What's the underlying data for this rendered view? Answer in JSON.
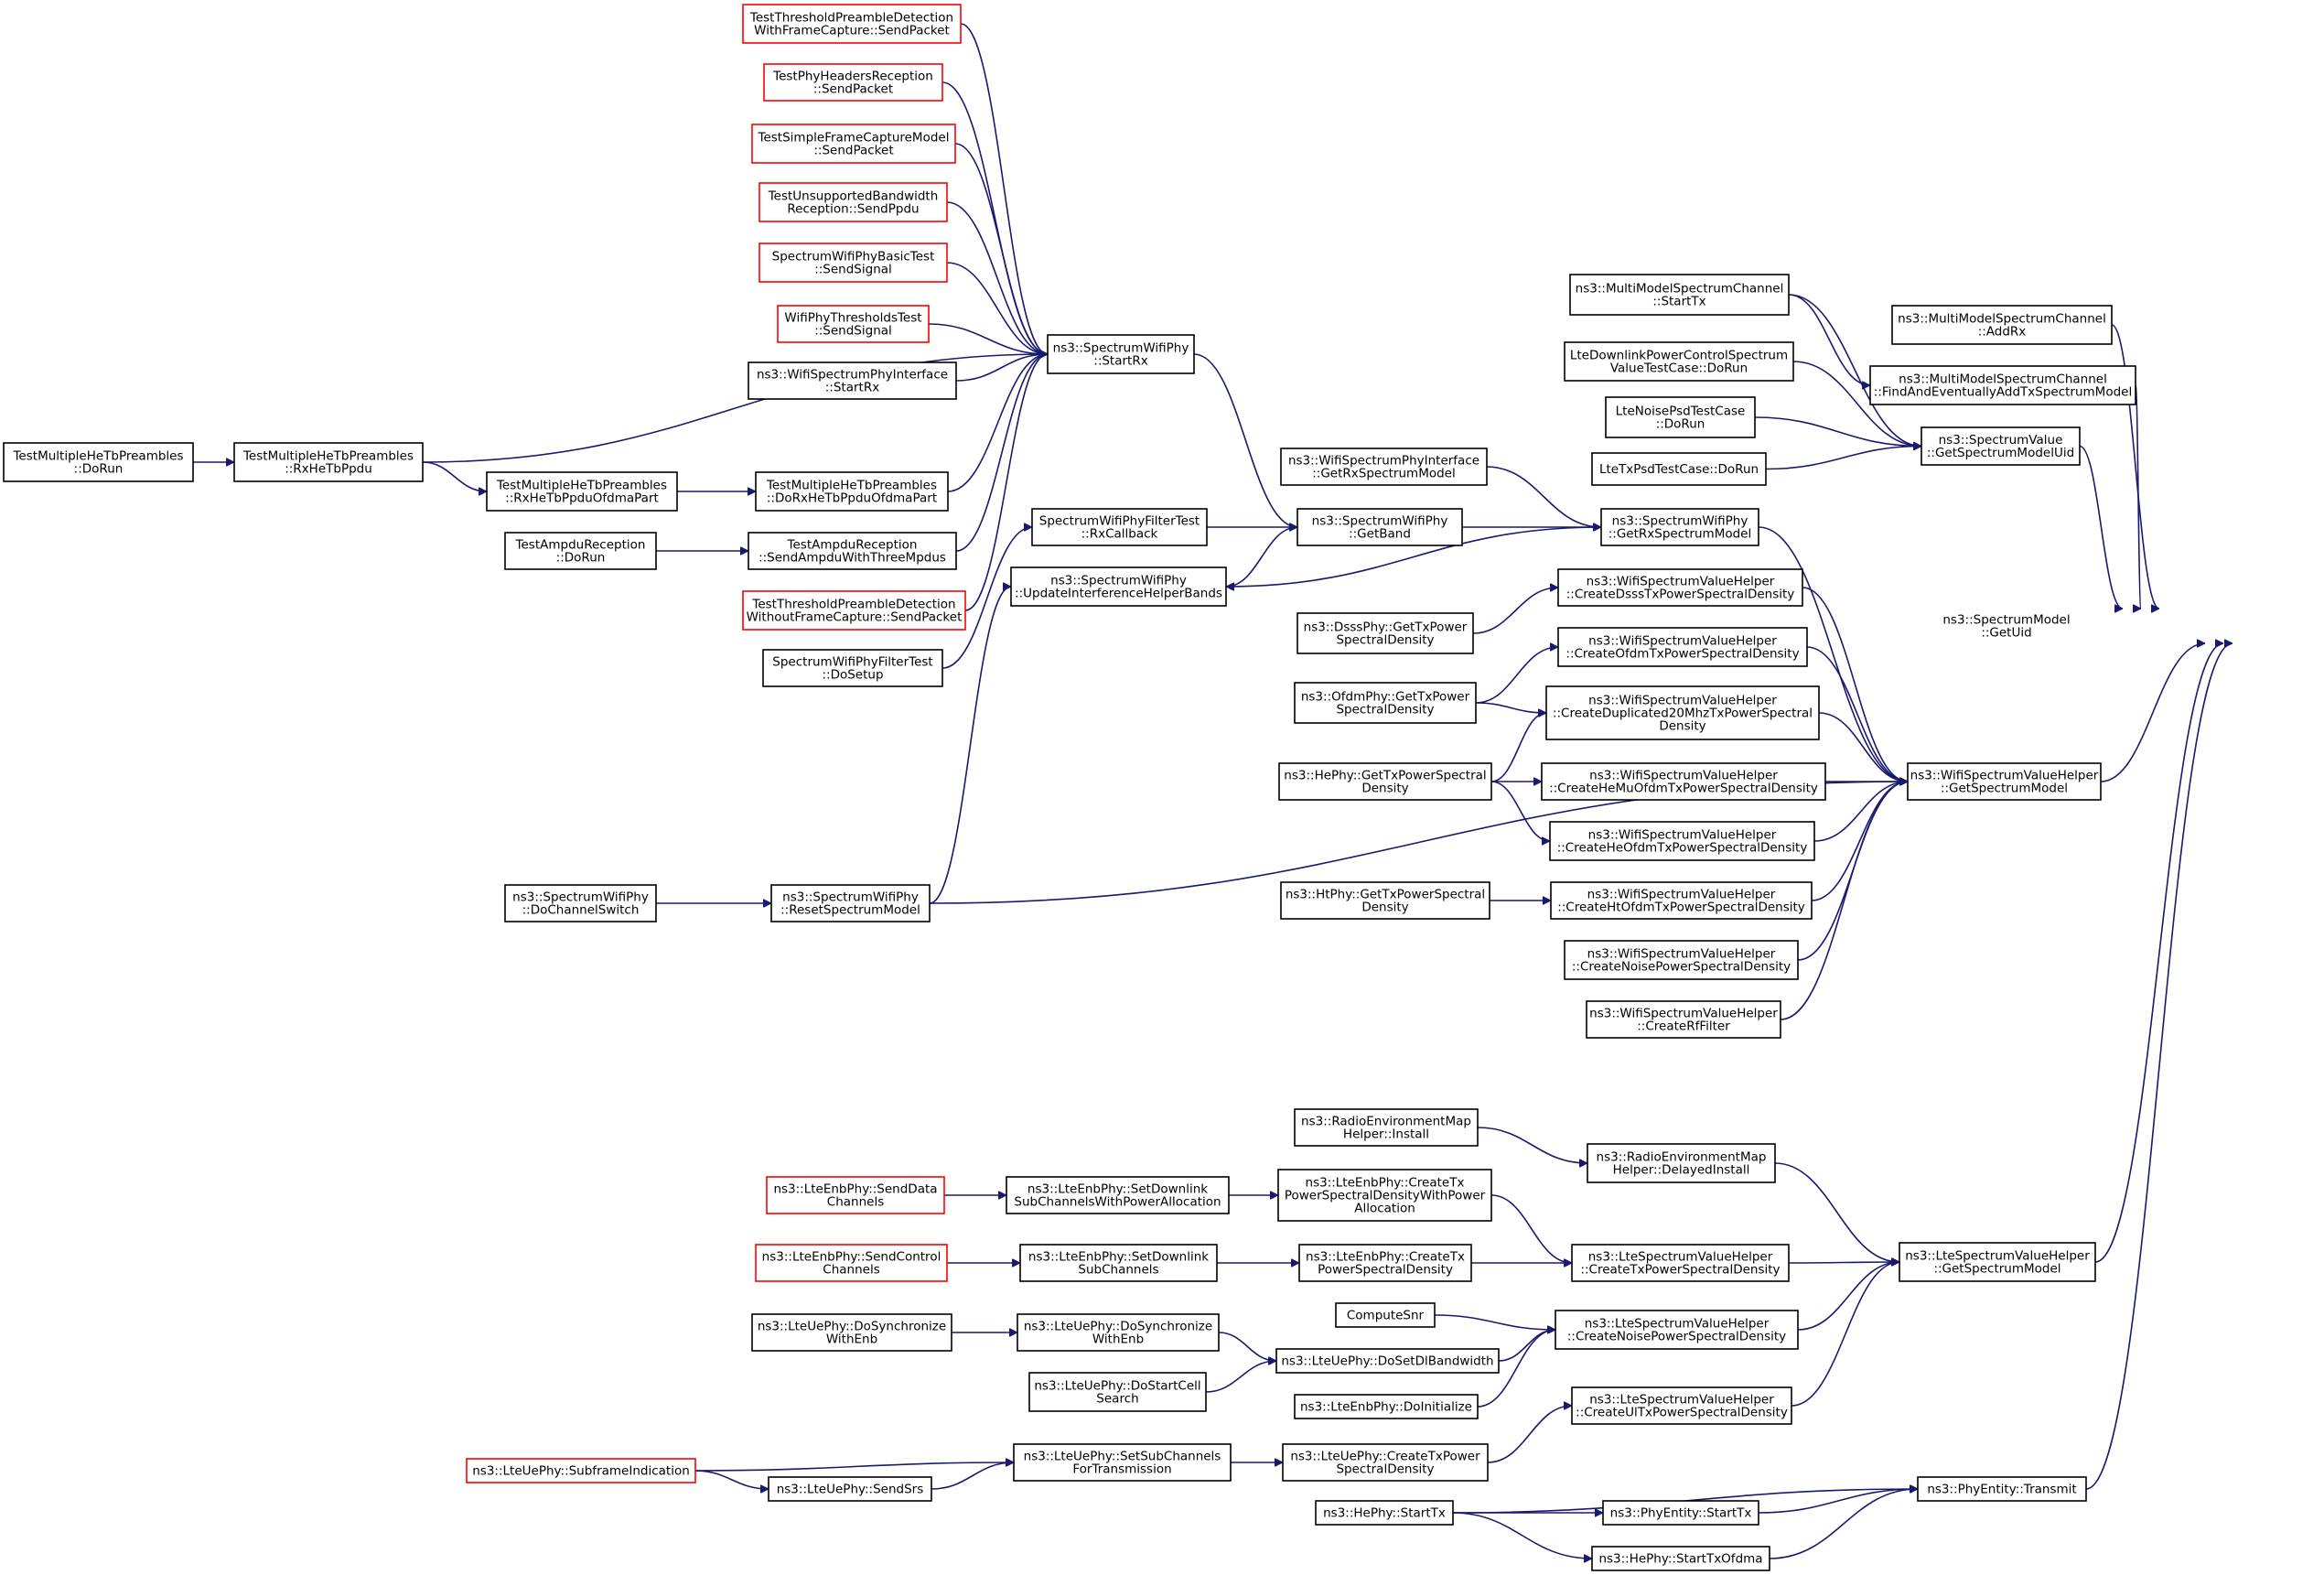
{
  "root": "getuid",
  "nodes": [
    {
      "id": "getuid",
      "lines": [
        "ns3::SpectrumModel",
        "::GetUid"
      ],
      "style": "root"
    },
    {
      "id": "addrx",
      "lines": [
        "ns3::MultiModelSpectrumChannel",
        "::AddRx"
      ],
      "style": "normal"
    },
    {
      "id": "findadd",
      "lines": [
        "ns3::MultiModelSpectrumChannel",
        "::FindAndEventuallyAddTxSpectrumModel"
      ],
      "style": "normal"
    },
    {
      "id": "mmstarttx",
      "lines": [
        "ns3::MultiModelSpectrumChannel",
        "::StartTx"
      ],
      "style": "normal"
    },
    {
      "id": "ltedlpc",
      "lines": [
        "LteDownlinkPowerControlSpectrum",
        "ValueTestCase::DoRun"
      ],
      "style": "normal"
    },
    {
      "id": "ltenoisepsd",
      "lines": [
        "LteNoisePsdTestCase",
        "::DoRun"
      ],
      "style": "normal"
    },
    {
      "id": "ltetxpsd",
      "lines": [
        "LteTxPsdTestCase::DoRun"
      ],
      "style": "normal"
    },
    {
      "id": "getspecuid",
      "lines": [
        "ns3::SpectrumValue",
        "::GetSpectrumModelUid"
      ],
      "style": "normal"
    },
    {
      "id": "wifigetspec",
      "lines": [
        "ns3::WifiSpectrumValueHelper",
        "::GetSpectrumModel"
      ],
      "style": "normal"
    },
    {
      "id": "ltegetspec",
      "lines": [
        "ns3::LteSpectrumValueHelper",
        "::GetSpectrumModel"
      ],
      "style": "normal"
    },
    {
      "id": "phyentitytx",
      "lines": [
        "ns3::PhyEntity::Transmit"
      ],
      "style": "normal"
    },
    {
      "id": "wspigetrx",
      "lines": [
        "ns3::WifiSpectrumPhyInterface",
        "::GetRxSpectrumModel"
      ],
      "style": "normal"
    },
    {
      "id": "swpgetrx",
      "lines": [
        "ns3::SpectrumWifiPhy",
        "::GetRxSpectrumModel"
      ],
      "style": "normal"
    },
    {
      "id": "swpgetband",
      "lines": [
        "ns3::SpectrumWifiPhy",
        "::GetBand"
      ],
      "style": "normal"
    },
    {
      "id": "swpstartrx",
      "lines": [
        "ns3::SpectrumWifiPhy",
        "::StartRx"
      ],
      "style": "normal"
    },
    {
      "id": "swpfrxcb",
      "lines": [
        "SpectrumWifiPhyFilterTest",
        "::RxCallback"
      ],
      "style": "normal"
    },
    {
      "id": "swpupdate",
      "lines": [
        "ns3::SpectrumWifiPhy",
        "::UpdateInterferenceHelperBands"
      ],
      "style": "normal"
    },
    {
      "id": "swpreset",
      "lines": [
        "ns3::SpectrumWifiPhy",
        "::ResetSpectrumModel"
      ],
      "style": "normal"
    },
    {
      "id": "swpchsw",
      "lines": [
        "ns3::SpectrumWifiPhy",
        "::DoChannelSwitch"
      ],
      "style": "normal"
    },
    {
      "id": "swpfsetup",
      "lines": [
        "SpectrumWifiPhyFilterTest",
        "::DoSetup"
      ],
      "style": "normal"
    },
    {
      "id": "ttpdfc",
      "lines": [
        "TestThresholdPreambleDetection",
        "WithFrameCapture::SendPacket"
      ],
      "style": "red"
    },
    {
      "id": "tphr",
      "lines": [
        "TestPhyHeadersReception",
        "::SendPacket"
      ],
      "style": "red"
    },
    {
      "id": "tsfcm",
      "lines": [
        "TestSimpleFrameCaptureModel",
        "::SendPacket"
      ],
      "style": "red"
    },
    {
      "id": "tubr",
      "lines": [
        "TestUnsupportedBandwidth",
        "Reception::SendPpdu"
      ],
      "style": "red"
    },
    {
      "id": "swpbt",
      "lines": [
        "SpectrumWifiPhyBasicTest",
        "::SendSignal"
      ],
      "style": "red"
    },
    {
      "id": "wpthr",
      "lines": [
        "WifiPhyThresholdsTest",
        "::SendSignal"
      ],
      "style": "red"
    },
    {
      "id": "wspistartrx",
      "lines": [
        "ns3::WifiSpectrumPhyInterface",
        "::StartRx"
      ],
      "style": "normal"
    },
    {
      "id": "tmhdorun",
      "lines": [
        "TestMultipleHeTbPreambles",
        "::DoRun"
      ],
      "style": "normal"
    },
    {
      "id": "tmhrx",
      "lines": [
        "TestMultipleHeTbPreambles",
        "::RxHeTbPpdu"
      ],
      "style": "normal"
    },
    {
      "id": "tmhrxofdma",
      "lines": [
        "TestMultipleHeTbPreambles",
        "::RxHeTbPpduOfdmaPart"
      ],
      "style": "normal"
    },
    {
      "id": "tmhdorxofdma",
      "lines": [
        "TestMultipleHeTbPreambles",
        "::DoRxHeTbPpduOfdmaPart"
      ],
      "style": "normal"
    },
    {
      "id": "tardorun",
      "lines": [
        "TestAmpduReception",
        "::DoRun"
      ],
      "style": "normal"
    },
    {
      "id": "tarsend",
      "lines": [
        "TestAmpduReception",
        "::SendAmpduWithThreeMpdus"
      ],
      "style": "normal"
    },
    {
      "id": "ttpdwfc",
      "lines": [
        "TestThresholdPreambleDetection",
        "WithoutFrameCapture::SendPacket"
      ],
      "style": "red"
    },
    {
      "id": "wsvhdsss",
      "lines": [
        "ns3::WifiSpectrumValueHelper",
        "::CreateDsssTxPowerSpectralDensity"
      ],
      "style": "normal"
    },
    {
      "id": "wsvhofdm",
      "lines": [
        "ns3::WifiSpectrumValueHelper",
        "::CreateOfdmTxPowerSpectralDensity"
      ],
      "style": "normal"
    },
    {
      "id": "wsvhdup",
      "lines": [
        "ns3::WifiSpectrumValueHelper",
        "::CreateDuplicated20MhzTxPowerSpectral",
        "Density"
      ],
      "style": "normal"
    },
    {
      "id": "wsvhhemu",
      "lines": [
        "ns3::WifiSpectrumValueHelper",
        "::CreateHeMuOfdmTxPowerSpectralDensity"
      ],
      "style": "normal"
    },
    {
      "id": "wsvhheofdm",
      "lines": [
        "ns3::WifiSpectrumValueHelper",
        "::CreateHeOfdmTxPowerSpectralDensity"
      ],
      "style": "normal"
    },
    {
      "id": "wsvhht",
      "lines": [
        "ns3::WifiSpectrumValueHelper",
        "::CreateHtOfdmTxPowerSpectralDensity"
      ],
      "style": "normal"
    },
    {
      "id": "wsvhnoise",
      "lines": [
        "ns3::WifiSpectrumValueHelper",
        "::CreateNoisePowerSpectralDensity"
      ],
      "style": "normal"
    },
    {
      "id": "wsvhrf",
      "lines": [
        "ns3::WifiSpectrumValueHelper",
        "::CreateRfFilter"
      ],
      "style": "normal"
    },
    {
      "id": "dsssphy",
      "lines": [
        "ns3::DsssPhy::GetTxPower",
        "SpectralDensity"
      ],
      "style": "normal"
    },
    {
      "id": "ofdmphy",
      "lines": [
        "ns3::OfdmPhy::GetTxPower",
        "SpectralDensity"
      ],
      "style": "normal"
    },
    {
      "id": "hephy",
      "lines": [
        "ns3::HePhy::GetTxPowerSpectral",
        "Density"
      ],
      "style": "normal"
    },
    {
      "id": "htphy",
      "lines": [
        "ns3::HtPhy::GetTxPowerSpectral",
        "Density"
      ],
      "style": "normal"
    },
    {
      "id": "remhinst",
      "lines": [
        "ns3::RadioEnvironmentMap",
        "Helper::Install"
      ],
      "style": "normal"
    },
    {
      "id": "remhdelay",
      "lines": [
        "ns3::RadioEnvironmentMap",
        "Helper::DelayedInstall"
      ],
      "style": "normal"
    },
    {
      "id": "lteenbcreatewp",
      "lines": [
        "ns3::LteEnbPhy::CreateTx",
        "PowerSpectralDensityWithPower",
        "Allocation"
      ],
      "style": "normal"
    },
    {
      "id": "lteenbsetdlpa",
      "lines": [
        "ns3::LteEnbPhy::SetDownlink",
        "SubChannelsWithPowerAllocation"
      ],
      "style": "normal"
    },
    {
      "id": "lteenbsenddata",
      "lines": [
        "ns3::LteEnbPhy::SendData",
        "Channels"
      ],
      "style": "red"
    },
    {
      "id": "lteenbsetdl",
      "lines": [
        "ns3::LteEnbPhy::SetDownlink",
        "SubChannels"
      ],
      "style": "normal"
    },
    {
      "id": "lteenbsendctrl",
      "lines": [
        "ns3::LteEnbPhy::SendControl",
        "Channels"
      ],
      "style": "red"
    },
    {
      "id": "lteenbcreatetx",
      "lines": [
        "ns3::LteEnbPhy::CreateTx",
        "PowerSpectralDensity"
      ],
      "style": "normal"
    },
    {
      "id": "computesnr",
      "lines": [
        "ComputeSnr"
      ],
      "style": "normal"
    },
    {
      "id": "ltesvhcreatetx",
      "lines": [
        "ns3::LteSpectrumValueHelper",
        "::CreateTxPowerSpectralDensity"
      ],
      "style": "normal"
    },
    {
      "id": "ltesvhnoise",
      "lines": [
        "ns3::LteSpectrumValueHelper",
        "::CreateNoisePowerSpectralDensity"
      ],
      "style": "normal"
    },
    {
      "id": "ltesvhul",
      "lines": [
        "ns3::LteSpectrumValueHelper",
        "::CreateUlTxPowerSpectralDensity"
      ],
      "style": "normal"
    },
    {
      "id": "lteuedosync1",
      "lines": [
        "ns3::LteUePhy::DoSynchronize",
        "WithEnb"
      ],
      "style": "normal"
    },
    {
      "id": "lteuedosync2",
      "lines": [
        "ns3::LteUePhy::DoSynchronize",
        "WithEnb"
      ],
      "style": "normal"
    },
    {
      "id": "lteuedostart",
      "lines": [
        "ns3::LteUePhy::DoStartCell",
        "Search"
      ],
      "style": "normal"
    },
    {
      "id": "lteuesetdl",
      "lines": [
        "ns3::LteUePhy::DoSetDlBandwidth"
      ],
      "style": "normal"
    },
    {
      "id": "lteenbinit",
      "lines": [
        "ns3::LteEnbPhy::DoInitialize"
      ],
      "style": "normal"
    },
    {
      "id": "lteuesubframe",
      "lines": [
        "ns3::LteUePhy::SubframeIndication"
      ],
      "style": "red"
    },
    {
      "id": "lteuesendsrs",
      "lines": [
        "ns3::LteUePhy::SendSrs"
      ],
      "style": "normal"
    },
    {
      "id": "lteuesetsub",
      "lines": [
        "ns3::LteUePhy::SetSubChannels",
        "ForTransmission"
      ],
      "style": "normal"
    },
    {
      "id": "lteuecreatetx",
      "lines": [
        "ns3::LteUePhy::CreateTxPower",
        "SpectralDensity"
      ],
      "style": "normal"
    },
    {
      "id": "hephystarttx",
      "lines": [
        "ns3::HePhy::StartTx"
      ],
      "style": "normal"
    },
    {
      "id": "phyentitystarttx",
      "lines": [
        "ns3::PhyEntity::StartTx"
      ],
      "style": "normal"
    },
    {
      "id": "hephystarttxofdma",
      "lines": [
        "ns3::HePhy::StartTxOfdma"
      ],
      "style": "normal"
    }
  ],
  "edges": [
    [
      "addrx",
      "getuid"
    ],
    [
      "findadd",
      "getuid"
    ],
    [
      "getspecuid",
      "getuid"
    ],
    [
      "wifigetspec",
      "getuid"
    ],
    [
      "ltegetspec",
      "getuid"
    ],
    [
      "phyentitytx",
      "getuid"
    ],
    [
      "mmstarttx",
      "findadd"
    ],
    [
      "mmstarttx",
      "getspecuid"
    ],
    [
      "ltedlpc",
      "getspecuid"
    ],
    [
      "ltenoisepsd",
      "getspecuid"
    ],
    [
      "ltetxpsd",
      "getspecuid"
    ],
    [
      "swpgetrx",
      "wifigetspec"
    ],
    [
      "wsvhdsss",
      "wifigetspec"
    ],
    [
      "wsvhofdm",
      "wifigetspec"
    ],
    [
      "wsvhdup",
      "wifigetspec"
    ],
    [
      "wsvhhemu",
      "wifigetspec"
    ],
    [
      "wsvhheofdm",
      "wifigetspec"
    ],
    [
      "wsvhht",
      "wifigetspec"
    ],
    [
      "wsvhnoise",
      "wifigetspec"
    ],
    [
      "wsvhrf",
      "wifigetspec"
    ],
    [
      "swpreset",
      "wifigetspec"
    ],
    [
      "wspigetrx",
      "swpgetrx"
    ],
    [
      "swpgetband",
      "swpgetrx"
    ],
    [
      "swpgetrx",
      "swpupdate"
    ],
    [
      "swpstartrx",
      "swpgetband"
    ],
    [
      "swpfrxcb",
      "swpgetband"
    ],
    [
      "swpupdate",
      "swpgetband"
    ],
    [
      "ttpdfc",
      "swpstartrx"
    ],
    [
      "tphr",
      "swpstartrx"
    ],
    [
      "tsfcm",
      "swpstartrx"
    ],
    [
      "tubr",
      "swpstartrx"
    ],
    [
      "swpbt",
      "swpstartrx"
    ],
    [
      "wpthr",
      "swpstartrx"
    ],
    [
      "wspistartrx",
      "swpstartrx"
    ],
    [
      "tmhrx",
      "swpstartrx"
    ],
    [
      "tmhdorxofdma",
      "swpstartrx"
    ],
    [
      "tarsend",
      "swpstartrx"
    ],
    [
      "ttpdwfc",
      "swpstartrx"
    ],
    [
      "tmhdorun",
      "tmhrx"
    ],
    [
      "tmhrx",
      "tmhrxofdma"
    ],
    [
      "tmhrxofdma",
      "tmhdorxofdma"
    ],
    [
      "tardorun",
      "tarsend"
    ],
    [
      "swpfsetup",
      "swpfrxcb"
    ],
    [
      "swpchsw",
      "swpreset"
    ],
    [
      "swpreset",
      "swpupdate"
    ],
    [
      "dsssphy",
      "wsvhdsss"
    ],
    [
      "ofdmphy",
      "wsvhofdm"
    ],
    [
      "ofdmphy",
      "wsvhdup"
    ],
    [
      "hephy",
      "wsvhdup"
    ],
    [
      "hephy",
      "wsvhhemu"
    ],
    [
      "hephy",
      "wsvhheofdm"
    ],
    [
      "htphy",
      "wsvhht"
    ],
    [
      "remhinst",
      "remhdelay"
    ],
    [
      "remhdelay",
      "ltegetspec"
    ],
    [
      "ltesvhcreatetx",
      "ltegetspec"
    ],
    [
      "ltesvhnoise",
      "ltegetspec"
    ],
    [
      "ltesvhul",
      "ltegetspec"
    ],
    [
      "lteenbcreatewp",
      "ltesvhcreatetx"
    ],
    [
      "lteenbcreatetx",
      "ltesvhcreatetx"
    ],
    [
      "lteenbsetdlpa",
      "lteenbcreatewp"
    ],
    [
      "lteenbsenddata",
      "lteenbsetdlpa"
    ],
    [
      "lteenbsetdl",
      "lteenbcreatetx"
    ],
    [
      "lteenbsendctrl",
      "lteenbsetdl"
    ],
    [
      "computesnr",
      "ltesvhnoise"
    ],
    [
      "lteuesetdl",
      "ltesvhnoise"
    ],
    [
      "lteenbinit",
      "ltesvhnoise"
    ],
    [
      "lteuedosync1",
      "lteuedosync2"
    ],
    [
      "lteuedosync2",
      "lteuesetdl"
    ],
    [
      "lteuedostart",
      "lteuesetdl"
    ],
    [
      "lteuecreatetx",
      "ltesvhul"
    ],
    [
      "lteuesetsub",
      "lteuecreatetx"
    ],
    [
      "lteuesubframe",
      "lteuesetsub"
    ],
    [
      "lteuesubframe",
      "lteuesendsrs"
    ],
    [
      "lteuesendsrs",
      "lteuesetsub"
    ],
    [
      "hephystarttx",
      "phyentitytx"
    ],
    [
      "phyentitystarttx",
      "phyentitytx"
    ],
    [
      "hephystarttxofdma",
      "phyentitytx"
    ],
    [
      "hephystarttx",
      "phyentitystarttx"
    ],
    [
      "hephystarttx",
      "hephystarttxofdma"
    ]
  ]
}
